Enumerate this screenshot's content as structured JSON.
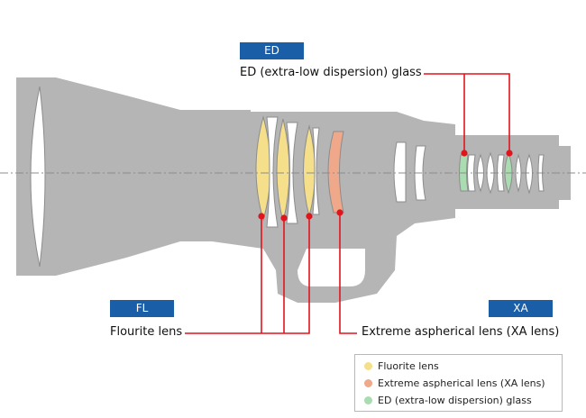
{
  "tags": {
    "ed": "ED",
    "fl": "FL",
    "xa": "XA"
  },
  "callouts": {
    "ed_glass": "ED (extra-low dispersion) glass",
    "fluorite": "Flourite lens",
    "xa_lens": "Extreme aspherical lens (XA lens)"
  },
  "legend": {
    "items": [
      {
        "label": "Fluorite lens",
        "color": "#f5df8a"
      },
      {
        "label": "Extreme aspherical lens (XA lens)",
        "color": "#f0a88a"
      },
      {
        "label": "ED (extra-low dispersion) glass",
        "color": "#a9dcb0"
      }
    ]
  },
  "colors": {
    "barrel": "#b5b5b5",
    "element": "#ffffff",
    "element_stroke": "#8c8c8c",
    "leader": "#e1141c",
    "tag_bg": "#1a5ea8",
    "fluorite": "#f5df8a",
    "xa": "#f0a88a",
    "ed": "#a9dcb0"
  }
}
